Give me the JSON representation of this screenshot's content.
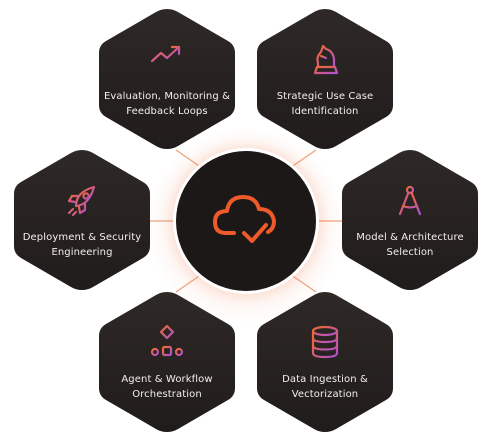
{
  "center": {
    "icon": "cloud-check-icon",
    "accent": "#ee5a2a"
  },
  "nodes": [
    {
      "id": "evaluation",
      "label": "Evaluation, Monitoring &\nFeedback Loops",
      "icon": "growth-chart-icon"
    },
    {
      "id": "strategic",
      "label": "Strategic Use Case\nIdentification",
      "icon": "chess-knight-icon"
    },
    {
      "id": "deployment",
      "label": "Deployment & Security\nEngineering",
      "icon": "rocket-icon"
    },
    {
      "id": "model",
      "label": "Model & Architecture\nSelection",
      "icon": "compass-icon"
    },
    {
      "id": "agent",
      "label": "Agent & Workflow\nOrchestration",
      "icon": "workflow-icon"
    },
    {
      "id": "data",
      "label": "Data Ingestion &\nVectorization",
      "icon": "database-icon"
    }
  ],
  "colors": {
    "hex_fill": "#2b2624",
    "icon_gradient_start": "#ef6a2c",
    "icon_gradient_end": "#b04fd3",
    "connector": "#f0a07a"
  }
}
